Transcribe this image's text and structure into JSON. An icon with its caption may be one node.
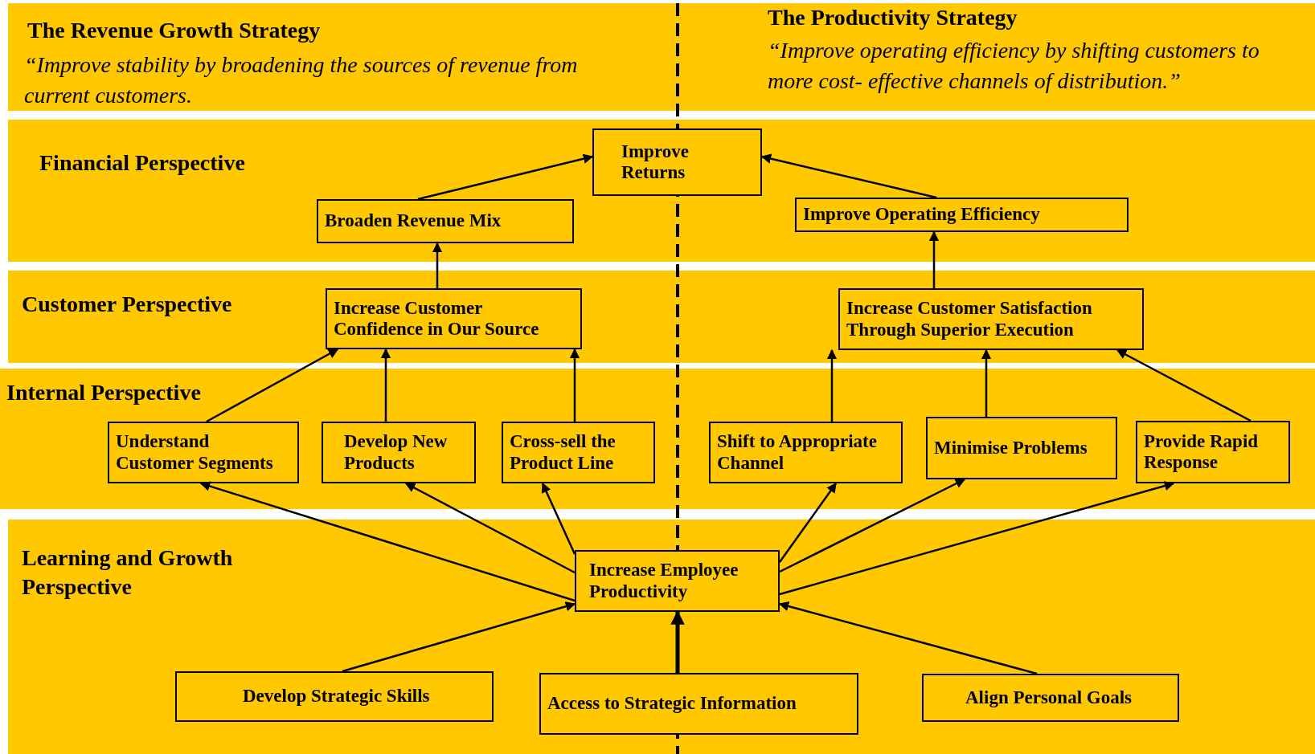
{
  "diagram": {
    "nodes": [
      {
        "text": [
          "The Revenue Growth Strategy",
          "“Improve stability by broadening the sources of revenue from current customers."
        ]
      },
      {
        "text": [
          "The Productivity Strategy",
          "“Improve operating efficiency by shifting customers to more cost- effective channels of distribution.”"
        ]
      },
      {
        "text": [
          "Financial Perspective"
        ]
      },
      {
        "text": [
          "Improve Returns"
        ],
        "in": 2
      },
      {
        "text": [
          "Broaden Revenue Mix"
        ],
        "in": 2
      },
      {
        "text": [
          "Improve Operating Efficiency"
        ],
        "in": 2
      },
      {
        "text": [
          "Customer Perspective"
        ]
      },
      {
        "text": [
          "Increase Customer Confidence in Our Source"
        ],
        "in": 6
      },
      {
        "text": [
          "Increase Customer Satisfaction Through Superior Execution"
        ],
        "in": 6
      },
      {
        "text": [
          "Internal Perspective"
        ]
      },
      {
        "text": [
          "Understand Customer Segments"
        ],
        "in": 9
      },
      {
        "text": [
          "Develop New Products"
        ],
        "in": 9
      },
      {
        "text": [
          "Cross-sell the Product Line"
        ],
        "in": 9
      },
      {
        "text": [
          "Shift to Appropriate Channel"
        ],
        "in": 9
      },
      {
        "text": [
          "Minimise Problems"
        ],
        "in": 9
      },
      {
        "text": [
          "Provide Rapid Response"
        ],
        "in": 9
      },
      {
        "text": [
          "Learning and Growth Perspective"
        ]
      },
      {
        "text": [
          "Increase Employee Productivity"
        ],
        "in": 16
      },
      {
        "text": [
          "Develop Strategic Skills"
        ],
        "in": 16
      },
      {
        "text": [
          "Access to Strategic Information"
        ],
        "in": 16
      },
      {
        "text": [
          "Align Personal Goals"
        ],
        "in": 16
      }
    ],
    "edges": [
      {
        "from": 4,
        "to": 3,
        "arrow": "to"
      },
      {
        "from": 5,
        "to": 3,
        "arrow": "to"
      },
      {
        "from": 7,
        "to": 4,
        "arrow": "to"
      },
      {
        "from": 8,
        "to": 5,
        "arrow": "to"
      },
      {
        "from": 10,
        "to": 7,
        "arrow": "to"
      },
      {
        "from": 11,
        "to": 7,
        "arrow": "to"
      },
      {
        "from": 12,
        "to": 7,
        "arrow": "to"
      },
      {
        "from": 13,
        "to": 8,
        "arrow": "to"
      },
      {
        "from": 14,
        "to": 8,
        "arrow": "to"
      },
      {
        "from": 15,
        "to": 8,
        "arrow": "to"
      },
      {
        "from": 17,
        "to": 10,
        "arrow": "to"
      },
      {
        "from": 17,
        "to": 11,
        "arrow": "to"
      },
      {
        "from": 17,
        "to": 12,
        "arrow": "to"
      },
      {
        "from": 17,
        "to": 13,
        "arrow": "to"
      },
      {
        "from": 17,
        "to": 14,
        "arrow": "to"
      },
      {
        "from": 17,
        "to": 15,
        "arrow": "to"
      },
      {
        "from": 18,
        "to": 17,
        "arrow": "to"
      },
      {
        "from": 19,
        "to": 17,
        "arrow": "to",
        "style": "thick"
      },
      {
        "from": 20,
        "to": 17,
        "arrow": "to"
      }
    ]
  }
}
